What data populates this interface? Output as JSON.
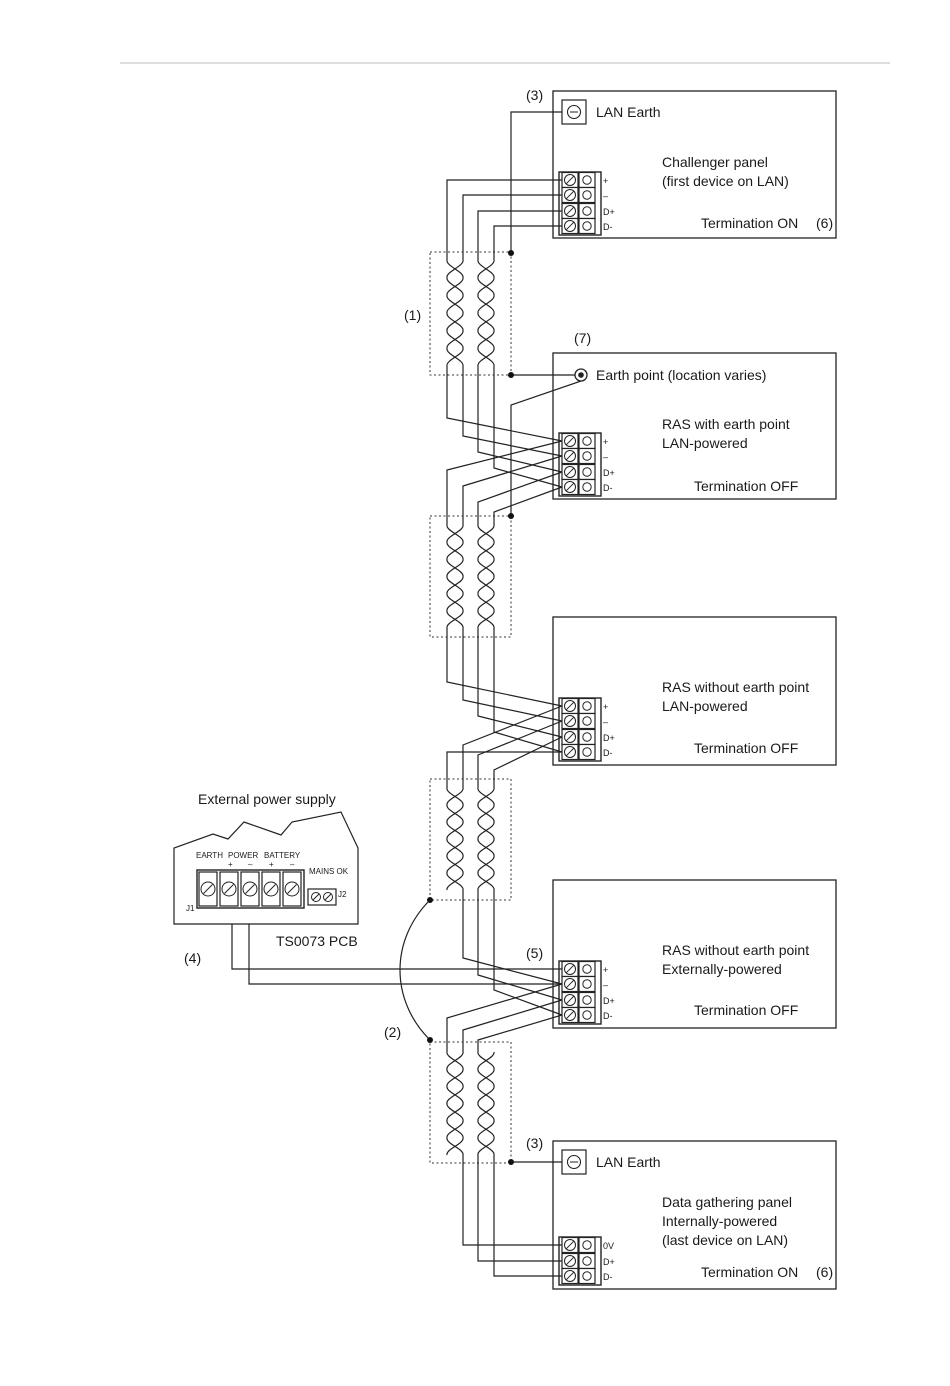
{
  "notes": {
    "n1": "(1)",
    "n2": "(2)",
    "n3a": "(3)",
    "n3b": "(3)",
    "n4": "(4)",
    "n5": "(5)",
    "n6a": "(6)",
    "n6b": "(6)",
    "n7": "(7)"
  },
  "challenger": {
    "earth": "LAN Earth",
    "line1": "Challenger panel",
    "line2": "(first device on LAN)",
    "termination": "Termination ON",
    "pins": [
      "+",
      "–",
      "D+",
      "D-"
    ]
  },
  "ras_earth": {
    "earth": "Earth point (location varies)",
    "line1": "RAS with earth point",
    "line2": "LAN-powered",
    "termination": "Termination OFF",
    "pins": [
      "+",
      "–",
      "D+",
      "D-"
    ]
  },
  "ras_noearth": {
    "line1": "RAS without earth point",
    "line2": "LAN-powered",
    "termination": "Termination OFF",
    "pins": [
      "+",
      "–",
      "D+",
      "D-"
    ]
  },
  "ras_ext": {
    "line1": "RAS without earth point",
    "line2": "Externally-powered",
    "termination": "Termination OFF",
    "pins": [
      "+",
      "–",
      "D+",
      "D-"
    ]
  },
  "data_panel": {
    "earth": "LAN Earth",
    "line1": "Data gathering panel",
    "line2": "Internally-powered",
    "line3": "(last device on LAN)",
    "termination": "Termination ON",
    "pins": [
      "0V",
      "D+",
      "D-"
    ]
  },
  "psu": {
    "title": "External power supply",
    "earth": "EARTH",
    "power": "POWER",
    "battery": "BATTERY",
    "mains_ok": "MAINS OK",
    "plus1": "+",
    "minus1": "–",
    "plus2": "+",
    "minus2": "–",
    "j1": "J1",
    "j2": "J2",
    "pcb": "TS0073 PCB"
  }
}
